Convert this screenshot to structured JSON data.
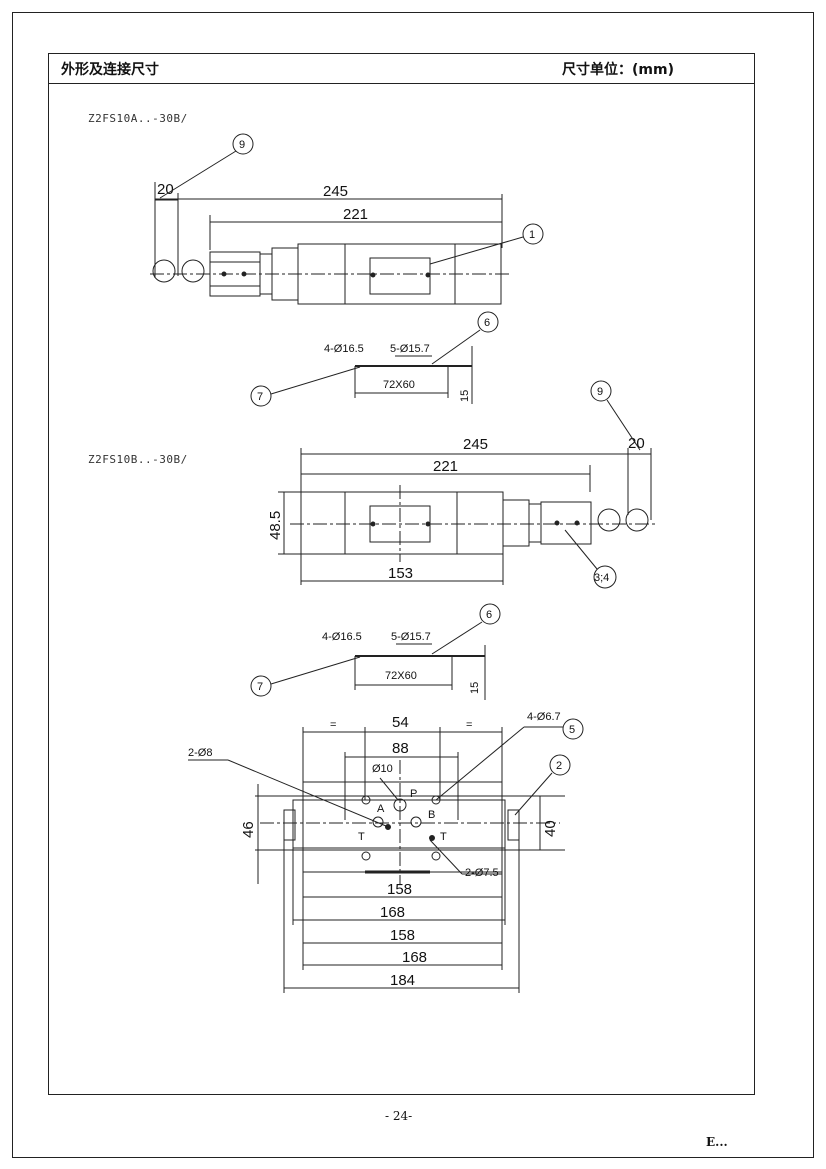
{
  "header": {
    "title": "外形及连接尺寸",
    "units": "尺寸单位：(mm)"
  },
  "page_number": "- 24-",
  "logo_text": "E...",
  "view_a": {
    "model": "Z2FS10A..-30B/",
    "dims": {
      "d245": "245",
      "d221": "221",
      "d20": "20",
      "c9": "9",
      "c1": "1"
    },
    "plate": {
      "holes4": "4-Ø16.5",
      "holes5": "5-Ø15.7",
      "size": "72X60",
      "thick": "15",
      "c6": "6",
      "c7": "7"
    }
  },
  "view_b": {
    "model": "Z2FS10B..-30B/",
    "dims": {
      "d245": "245",
      "d221": "221",
      "d20": "20",
      "d48_5": "48.5",
      "d153": "153",
      "c9": "9",
      "c34": "3;4"
    },
    "plate": {
      "holes4": "4-Ø16.5",
      "holes5": "5-Ø15.7",
      "size": "72X60",
      "thick": "15",
      "c6": "6",
      "c7": "7"
    }
  },
  "view_c": {
    "d54": "54",
    "d88": "88",
    "d10": "Ø10",
    "d2_8": "2-Ø8",
    "d4_67": "4-Ø6.7",
    "d46": "46",
    "d40": "40",
    "d2_75": "2-Ø7.5",
    "d158a": "158",
    "d168a": "168",
    "d158b": "158",
    "d168b": "168",
    "d184": "184",
    "p": "P",
    "a": "A",
    "b": "B",
    "t1": "T",
    "t2": "T",
    "c5": "5",
    "c2": "2"
  }
}
